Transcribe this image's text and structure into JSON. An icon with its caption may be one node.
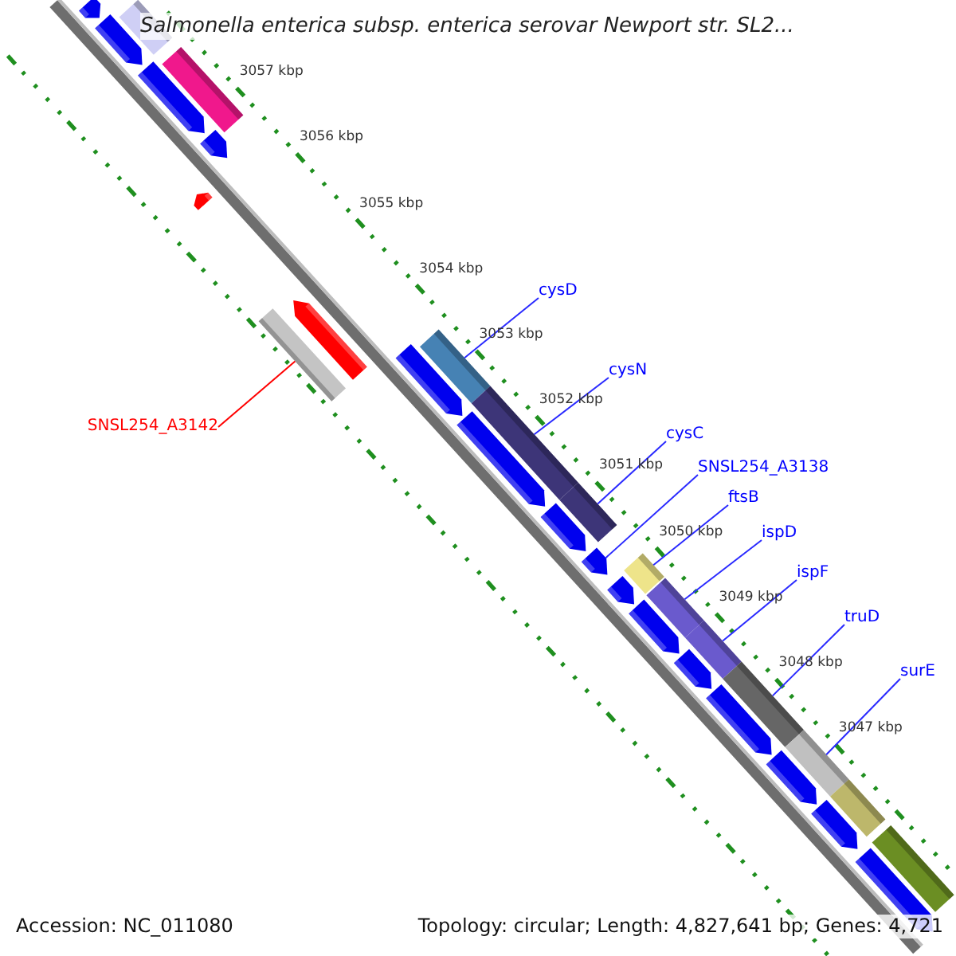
{
  "diagram": {
    "title": "Salmonella enterica subsp. enterica serovar Newport str. SL2...",
    "nodes": [
      {
        "text": [
          "cysD"
        ]
      },
      {
        "text": [
          "cysN"
        ]
      },
      {
        "text": [
          "SNSL254_A3142"
        ]
      },
      {
        "text": [
          "cysC"
        ]
      },
      {
        "text": [
          "SNSL254_A3138"
        ]
      },
      {
        "text": [
          "ftsB"
        ]
      },
      {
        "text": [
          "ispD"
        ]
      },
      {
        "text": [
          "ispF"
        ]
      },
      {
        "text": [
          "truD"
        ]
      },
      {
        "text": [
          "surE"
        ]
      },
      {
        "text": [],
        "shape": "arrow"
      },
      {
        "text": [],
        "shape": "bar"
      },
      {
        "text": [],
        "shape": "arrow"
      },
      {
        "text": [],
        "shape": "bar"
      },
      {
        "text": [],
        "shape": "arrow"
      },
      {
        "text": [],
        "shape": "arrow"
      },
      {
        "text": [],
        "shape": "arrow"
      },
      {
        "text": [],
        "shape": "arrow"
      },
      {
        "text": [],
        "shape": "bar"
      },
      {
        "text": [],
        "shape": "bar"
      },
      {
        "text": [],
        "shape": "arrow"
      },
      {
        "text": [],
        "shape": "bar"
      },
      {
        "text": [],
        "shape": "arrow"
      },
      {
        "text": [],
        "shape": "bar"
      },
      {
        "text": [],
        "shape": "arrow"
      },
      {
        "text": [],
        "shape": "arrow"
      },
      {
        "text": [],
        "shape": "bar"
      },
      {
        "text": [],
        "shape": "arrow"
      },
      {
        "text": [],
        "shape": "bar"
      },
      {
        "text": [],
        "shape": "arrow"
      },
      {
        "text": [],
        "shape": "bar"
      },
      {
        "text": [],
        "shape": "arrow"
      },
      {
        "text": [],
        "shape": "bar"
      },
      {
        "text": [],
        "shape": "arrow"
      },
      {
        "text": [],
        "shape": "bar"
      },
      {
        "text": [],
        "shape": "arrow"
      },
      {
        "text": [],
        "shape": "bar"
      },
      {
        "text": [],
        "shape": "arrow"
      },
      {
        "text": [],
        "shape": "bar"
      },
      {
        "text": [],
        "shape": "arrow"
      }
    ],
    "edges": [
      {
        "from": 0,
        "to": 19,
        "arrow": "none"
      },
      {
        "from": 1,
        "to": 21,
        "arrow": "none"
      },
      {
        "from": 2,
        "to": 18,
        "arrow": "none",
        "color": "#ff0000"
      },
      {
        "from": 3,
        "to": 23,
        "arrow": "none"
      },
      {
        "from": 4,
        "to": 25,
        "arrow": "none"
      },
      {
        "from": 5,
        "to": 26,
        "arrow": "none"
      },
      {
        "from": 6,
        "to": 28,
        "arrow": "none"
      },
      {
        "from": 7,
        "to": 30,
        "arrow": "none"
      },
      {
        "from": 8,
        "to": 32,
        "arrow": "none"
      },
      {
        "from": 9,
        "to": 34,
        "arrow": "none"
      }
    ],
    "labels": [
      "3057 kbp",
      "3056 kbp",
      "3055 kbp",
      "3054 kbp",
      "3053 kbp",
      "3052 kbp",
      "3051 kbp",
      "3050 kbp",
      "3049 kbp",
      "3048 kbp",
      "3047 kbp",
      "Accession: NC_011080",
      "Topology: circular; Length: 4,827,641 bp; Genes: 4,721"
    ]
  }
}
